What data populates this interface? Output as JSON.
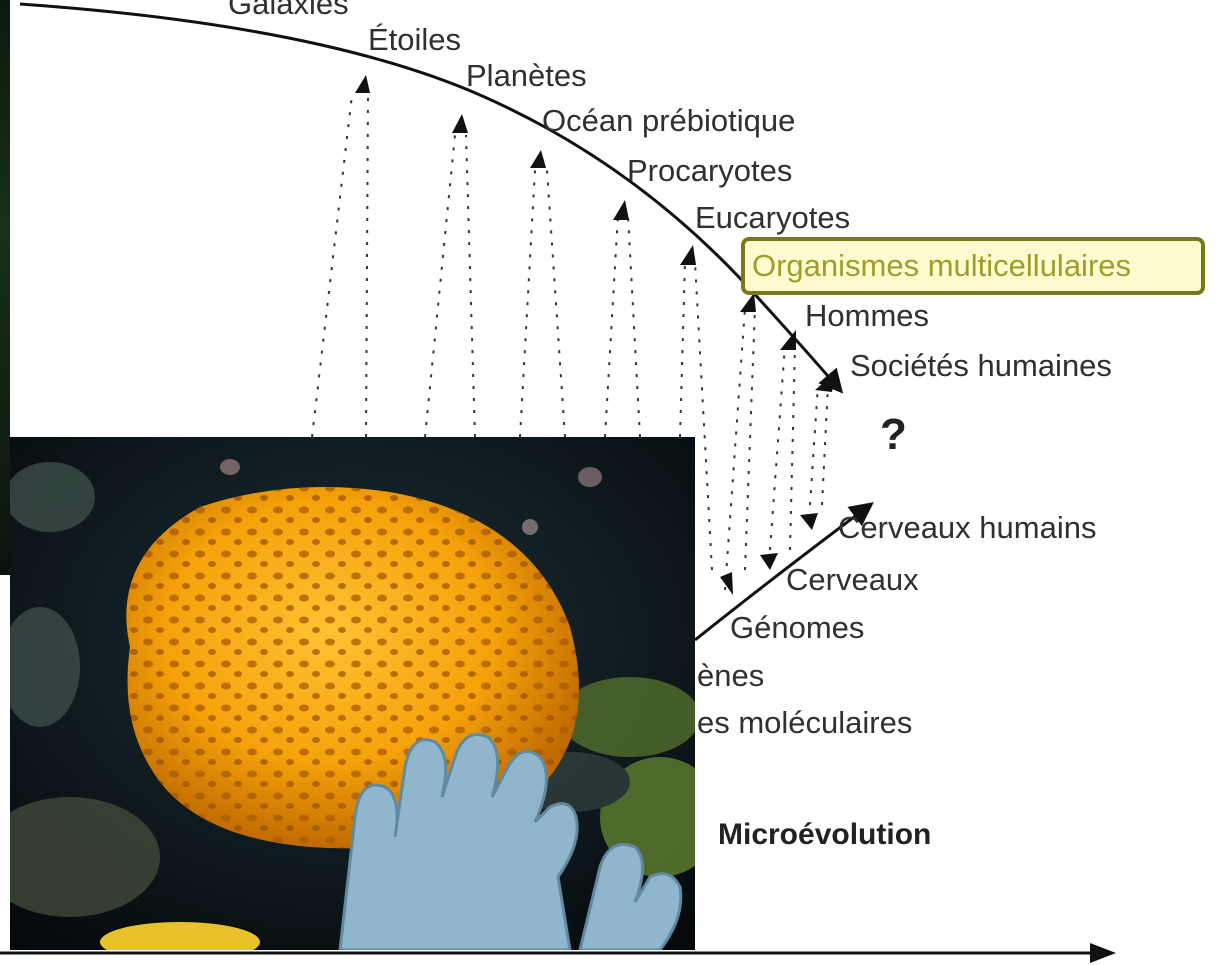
{
  "macro_labels": [
    "Galaxies",
    "Étoiles",
    "Planètes",
    "Océan prébiotique",
    "Procaryotes",
    "Eucaryotes",
    "Organismes multicellulaires",
    "Hommes",
    "Sociétés humaines"
  ],
  "highlighted_label": "Organismes multicellulaires",
  "question_mark": "?",
  "micro_labels": [
    "Cerveaux humains",
    "Cerveaux",
    "Génomes",
    "ènes",
    "es moléculaires"
  ],
  "microevolution_label": "Microévolution",
  "colors": {
    "highlight_border": "#7a7818",
    "highlight_fill": "#fbfbcf",
    "sponge": "#f5a20a",
    "coral": "#8fb6cc"
  },
  "photo": {
    "subject": "orange-sponge-and-blue-coral"
  }
}
